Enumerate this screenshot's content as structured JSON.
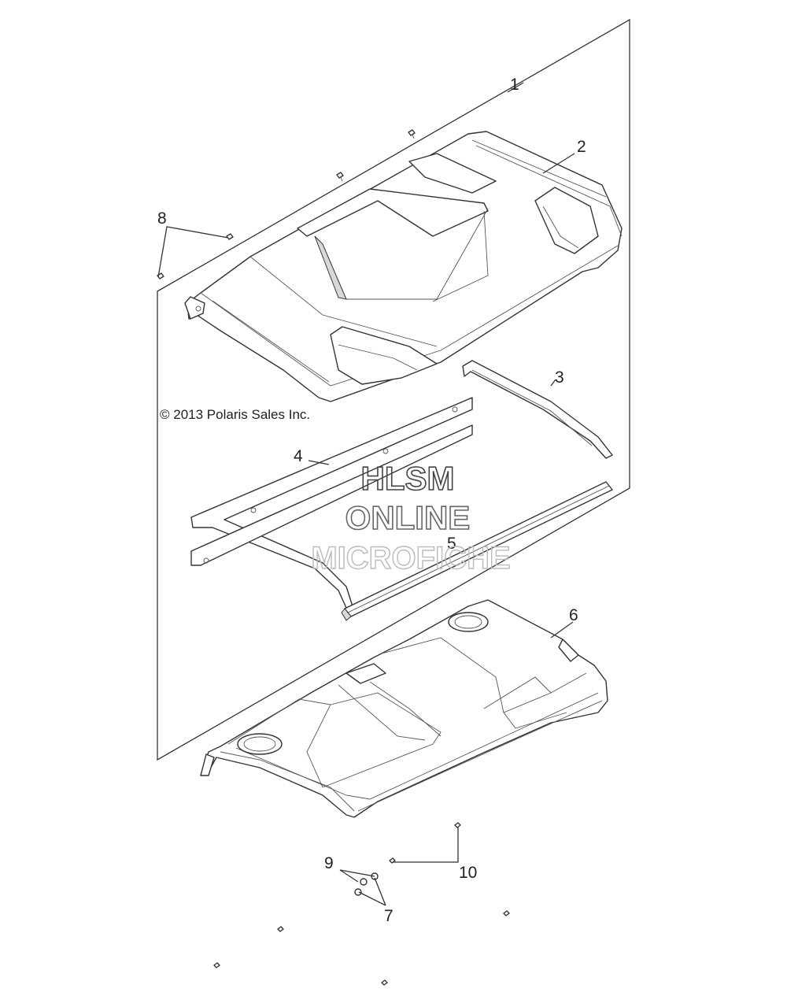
{
  "copyright": "© 2013 Polaris Sales Inc.",
  "watermark": {
    "line1": "HLSM",
    "line2": "ONLINE",
    "line3": "MICROFICHE"
  },
  "callouts": [
    {
      "id": "1",
      "text": "1"
    },
    {
      "id": "2",
      "text": "2"
    },
    {
      "id": "3",
      "text": "3"
    },
    {
      "id": "4",
      "text": "4"
    },
    {
      "id": "5",
      "text": "5"
    },
    {
      "id": "6",
      "text": "6"
    },
    {
      "id": "7",
      "text": "7"
    },
    {
      "id": "8",
      "text": "8"
    },
    {
      "id": "9",
      "text": "9"
    },
    {
      "id": "10",
      "text": "10"
    }
  ]
}
